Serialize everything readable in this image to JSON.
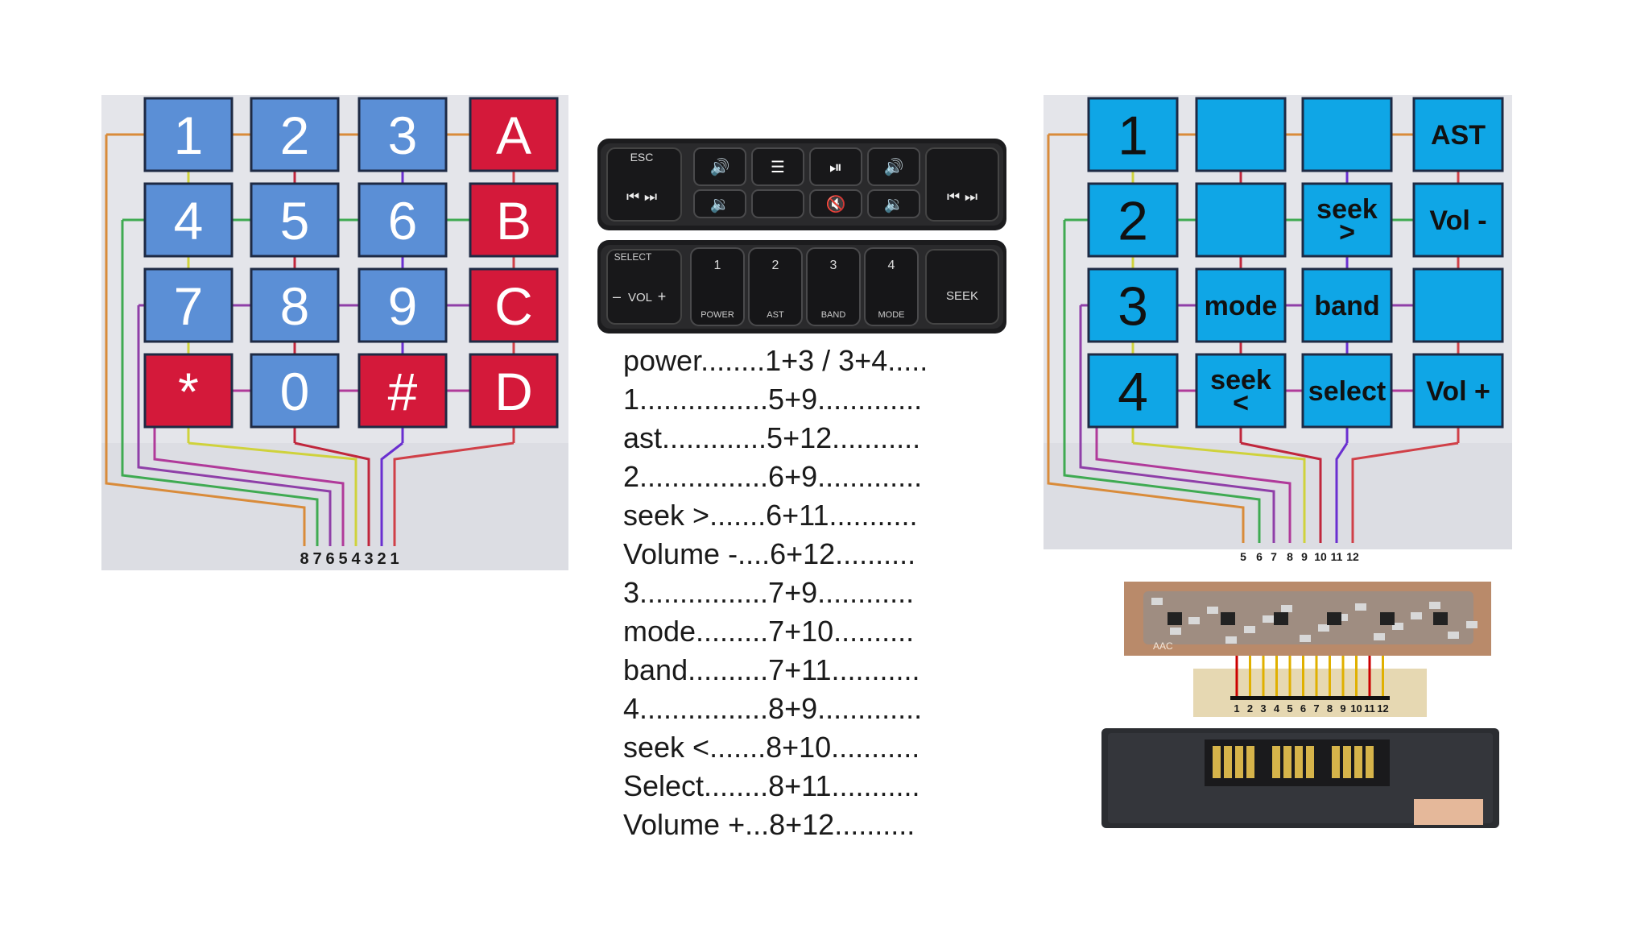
{
  "left_keypad": {
    "keys": [
      [
        "1",
        "2",
        "3",
        "A"
      ],
      [
        "4",
        "5",
        "6",
        "B"
      ],
      [
        "7",
        "8",
        "9",
        "C"
      ],
      [
        "*",
        "0",
        "#",
        "D"
      ]
    ],
    "pin_labels": [
      "8",
      "7",
      "6",
      "5",
      "4",
      "3",
      "2",
      "1"
    ],
    "colors": {
      "digit_key": "#5b8fd6",
      "letter_key": "#d4193a",
      "background": "#dcdde3"
    }
  },
  "radio_panel": {
    "top_strip": {
      "esc_label": "ESC",
      "prev_next": "⏮ ⏭",
      "icons": [
        "volume-up-icon",
        "menu-list-icon",
        "play-pause-icon",
        "volume-up-icon",
        "volume-down-icon",
        "",
        "mute-icon",
        "volume-down-icon"
      ]
    },
    "bottom_strip": {
      "select_label": "SELECT",
      "vol_label": "VOL",
      "buttons_top": [
        "1",
        "2",
        "3",
        "4"
      ],
      "buttons_bottom": [
        "POWER",
        "AST",
        "BAND",
        "MODE"
      ],
      "seek_label": "SEEK"
    }
  },
  "mapping": [
    "power........1+3 / 3+4.....",
    "1................5+9.............",
    "ast.............5+12...........",
    "2................6+9.............",
    "seek >.......6+11...........",
    "Volume -....6+12..........",
    "3................7+9............",
    "mode.........7+10..........",
    "band..........7+11...........",
    "4................8+9.............",
    "seek <.......8+10...........",
    "Select........8+11...........",
    "Volume +...8+12.........."
  ],
  "right_keypad": {
    "keys": [
      [
        "1",
        "",
        "",
        "AST"
      ],
      [
        "2",
        "",
        "seek\n>",
        "Vol -"
      ],
      [
        "3",
        "mode",
        "band",
        ""
      ],
      [
        "4",
        "seek\n<",
        "select",
        "Vol +"
      ]
    ],
    "pin_labels": [
      "5",
      "6",
      "7",
      "8",
      "9",
      "10",
      "11",
      "12"
    ],
    "colors": {
      "key": "#0fa6e6",
      "background": "#dcdde3"
    }
  },
  "pcb": {
    "silkscreen": "AAC",
    "pin_numbers": [
      "1",
      "2",
      "3",
      "4",
      "5",
      "6",
      "7",
      "8",
      "9",
      "10",
      "11",
      "12"
    ],
    "wire_colors": [
      "#cc0000",
      "#e0b000"
    ]
  }
}
